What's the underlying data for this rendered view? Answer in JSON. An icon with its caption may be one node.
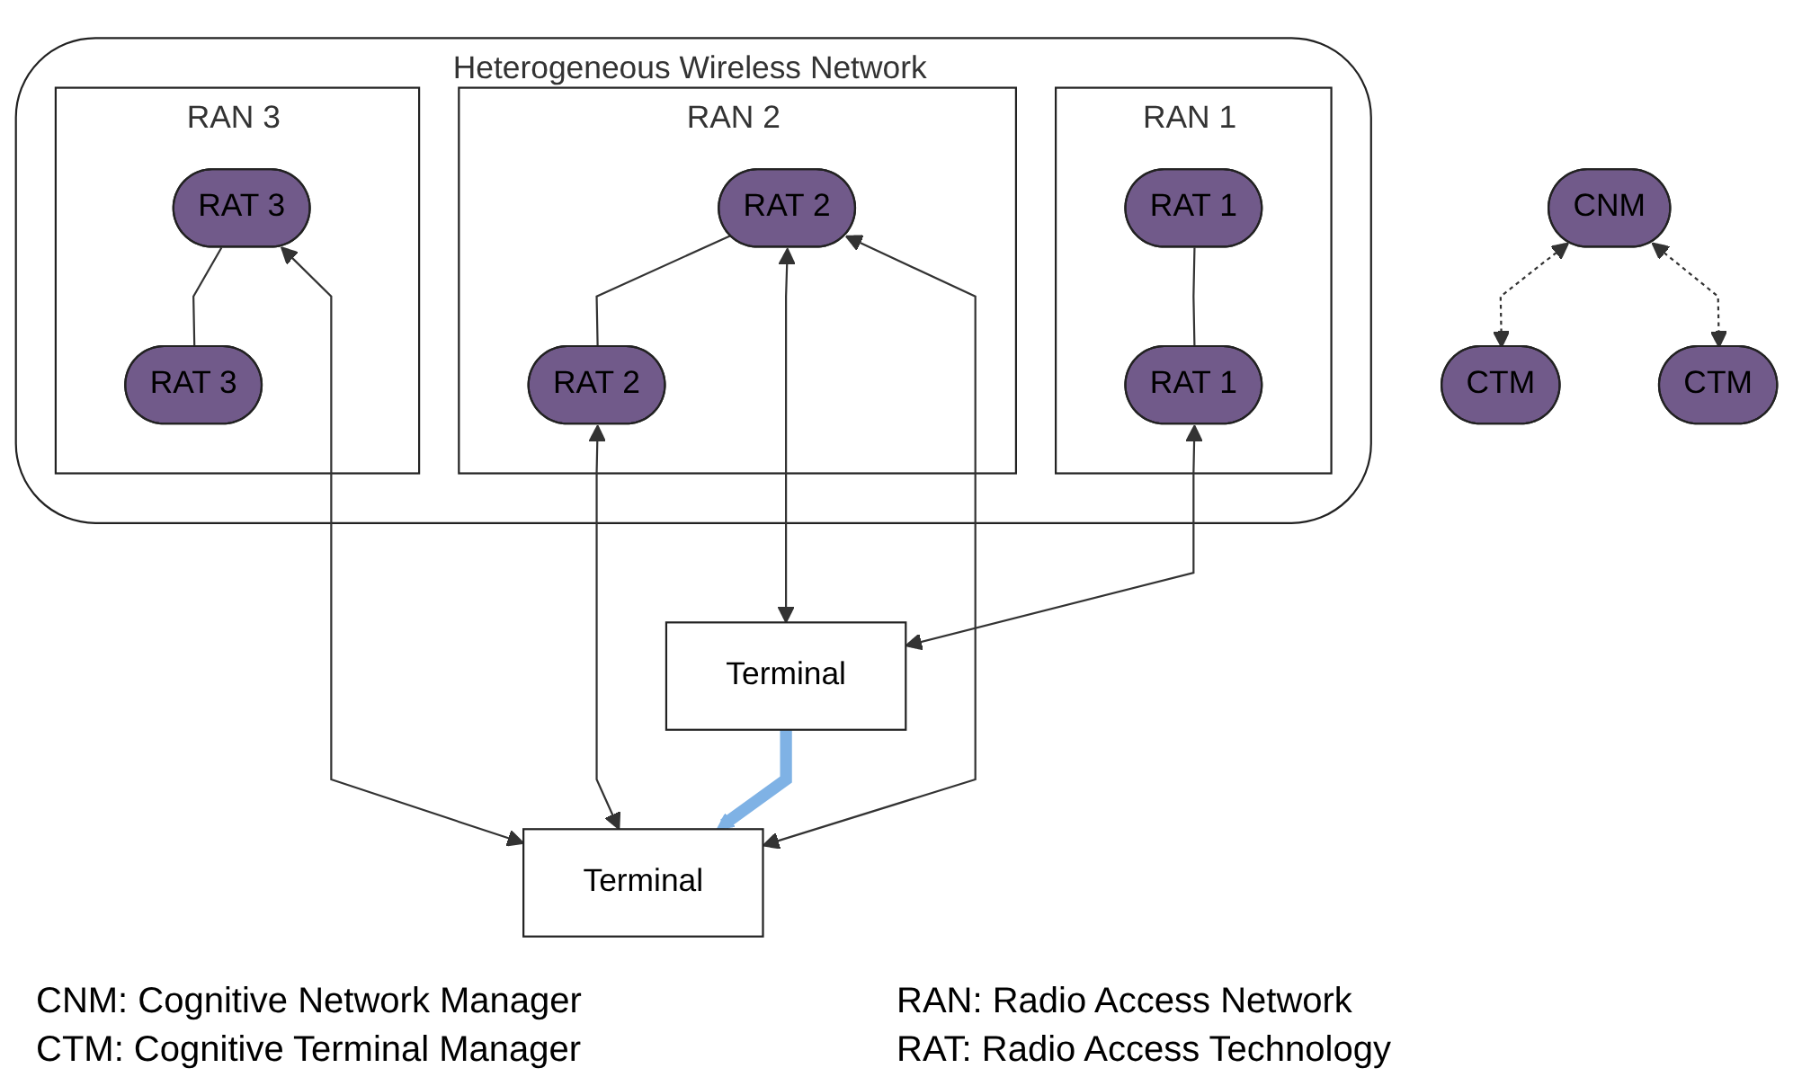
{
  "diagram": {
    "nodes": [
      {
        "text": [
          "Heterogeneous Wireless Network"
        ]
      },
      {
        "text": [
          "CNM"
        ]
      },
      {
        "text": [
          "RAN 1"
        ],
        "in": 0
      },
      {
        "text": [
          "RAT 1"
        ],
        "in": 2
      },
      {
        "text": [
          "RAT 1"
        ],
        "in": 2
      },
      {
        "text": [
          "RAN 2"
        ],
        "in": 0
      },
      {
        "text": [
          "RAT 2"
        ],
        "in": 5
      },
      {
        "text": [
          "RAT 2"
        ],
        "in": 5
      },
      {
        "text": [
          "RAN 3"
        ],
        "in": 0
      },
      {
        "text": [
          "RAT 3"
        ],
        "in": 8
      },
      {
        "text": [
          "RAT 3"
        ],
        "in": 8
      },
      {
        "text": [
          "CTM"
        ]
      },
      {
        "text": [
          "Terminal"
        ]
      },
      {
        "text": [
          "CTM"
        ]
      },
      {
        "text": [
          "Terminal"
        ]
      }
    ],
    "edges": [
      {
        "from": 3,
        "to": 4,
        "arrow": "none"
      },
      {
        "from": 6,
        "to": 7,
        "arrow": "none"
      },
      {
        "from": 9,
        "to": 10,
        "arrow": "none"
      },
      {
        "from": 4,
        "to": 12,
        "arrow": "both"
      },
      {
        "from": 6,
        "to": 12,
        "arrow": "both"
      },
      {
        "from": 6,
        "to": 14,
        "arrow": "both"
      },
      {
        "from": 7,
        "to": 14,
        "arrow": "both"
      },
      {
        "from": 9,
        "to": 14,
        "arrow": "both"
      },
      {
        "from": 1,
        "to": 11,
        "arrow": "both",
        "style": "dashed"
      },
      {
        "from": 1,
        "to": 13,
        "arrow": "both",
        "style": "dashed"
      },
      {
        "from": 12,
        "to": 14,
        "arrow": "to",
        "style": "thick",
        "color": "#7fb2e5"
      }
    ],
    "labels": [
      "CNM: Cognitive Network Manager",
      "RAN: Radio Access Network",
      "CTM: Cognitive Terminal Manager",
      "RAT: Radio Access Technology"
    ]
  }
}
